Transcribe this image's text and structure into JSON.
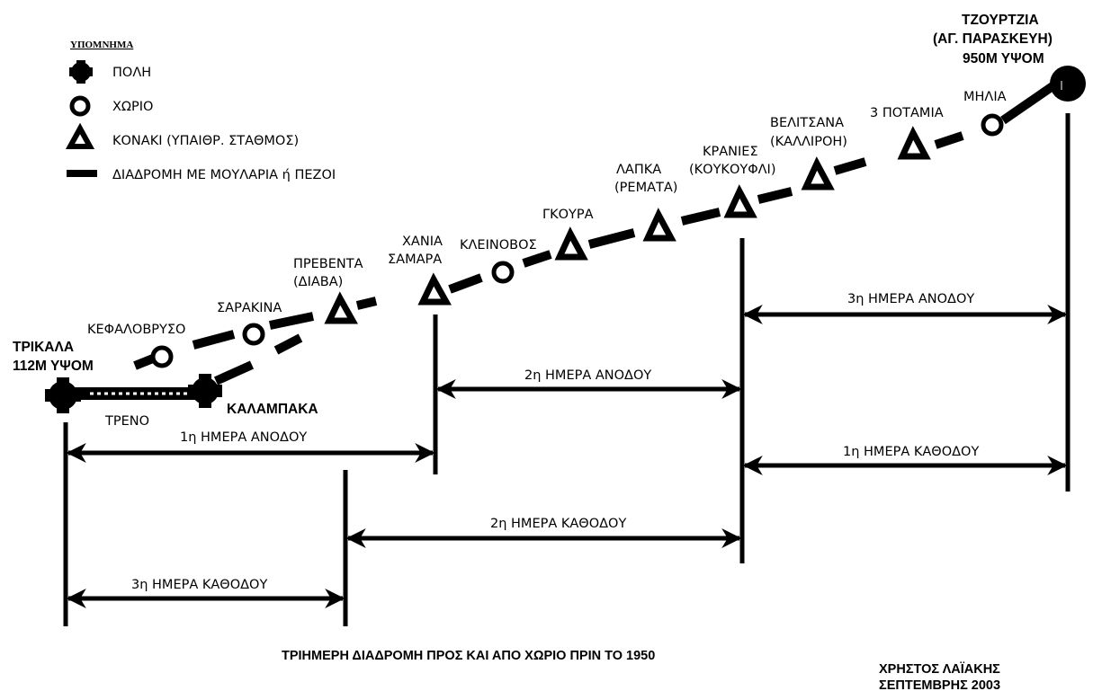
{
  "legend": {
    "title": "ΥΠΟΜΝΗΜΑ",
    "city": "ΠΟΛΗ",
    "village": "ΧΩΡΙΟ",
    "station": "ΚΟΝΑΚΙ (ΥΠΑΙΘΡ. ΣΤΑΘΜΟΣ)",
    "route": "ΔΙΑΔΡΟΜΗ ΜΕ ΜΟΥΛΑΡΙΑ ή ΠΕΖΟΙ"
  },
  "places": {
    "trikala": [
      "ΤΡΙΚΑΛΑ",
      "112Μ ΥΨΟΜ"
    ],
    "kalampaka": "ΚΑΛΑΜΠΑΚΑ",
    "treno": "ΤΡΕΝΟ",
    "kefalovryso": "ΚΕΦΑΛΟΒΡΥΣΟ",
    "sarakina": "ΣΑΡΑΚΙΝΑ",
    "preventa": [
      "ΠΡΕΒΕΝΤΑ",
      "(ΔΙΑΒΑ)"
    ],
    "chania": [
      "ΧΑΝΙΑ",
      "ΣΑΜΑΡΑ"
    ],
    "kleinovos": "ΚΛΕΙΝΟΒΟΣ",
    "gkoura": "ΓΚΟΥΡΑ",
    "lapka": [
      "ΛΑΠΚΑ",
      "(ΡΕΜΑΤΑ)"
    ],
    "kranies": [
      "ΚΡΑΝΙΕΣ",
      "(ΚΟΥΚΟΥΦΛΙ)"
    ],
    "velitsana": [
      "ΒΕΛΙΤΣΑΝΑ",
      "(ΚΑΛΛΙΡΟΗ)"
    ],
    "potamia": "3 ΠΟΤΑΜΙΑ",
    "milia": "ΜΗΛΙΑ",
    "tzourtzia": [
      "ΤΖΟΥΡΤΖΙΑ",
      "(ΑΓ. ΠΑΡΑΣΚΕΥΗ)",
      "950Μ ΥΨΟΜ"
    ]
  },
  "days": {
    "up1": "1η ΗΜΕΡΑ ΑΝΟΔΟΥ",
    "up2": "2η ΗΜΕΡΑ ΑΝΟΔΟΥ",
    "up3": "3η ΗΜΕΡΑ ΑΝΟΔΟΥ",
    "down1": "1η ΗΜΕΡΑ ΚΑΘΟΔΟΥ",
    "down2": "2η ΗΜΕΡΑ ΚΑΘΟΔΟΥ",
    "down3": "3η ΗΜΕΡΑ ΚΑΘΟΔΟΥ"
  },
  "caption": "ΤΡΙΗΜΕΡΗ ΔΙΑΔΡΟΜΗ ΠΡΟΣ ΚΑΙ ΑΠΟ ΧΩΡΙΟ ΠΡΙΝ ΤΟ 1950",
  "author": [
    "ΧΡΗΣΤΟΣ ΛΑΪΑΚΗΣ",
    "ΣΕΠΤΕΜΒΡΗΣ 2003"
  ]
}
